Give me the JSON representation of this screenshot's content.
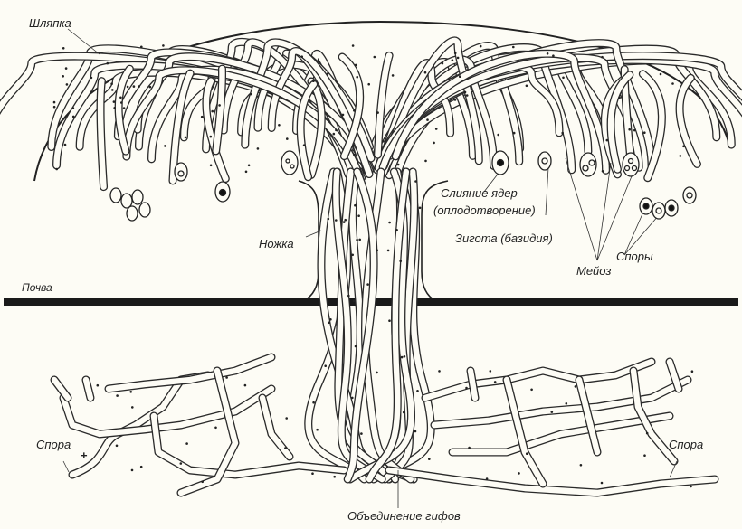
{
  "labels": {
    "cap": "Шляпка",
    "stem": "Ножка",
    "soil": "Почва",
    "fusion_line1": "Слияние ядер",
    "fusion_line2": "(оплодотворение)",
    "zygote": "Зигота (базидия)",
    "meiosis": "Мейоз",
    "spores": "Споры",
    "spore_left": "Спора",
    "plus_sign": "+",
    "spore_right": "Спора",
    "hyphae_fusion": "Объединение гифов"
  }
}
